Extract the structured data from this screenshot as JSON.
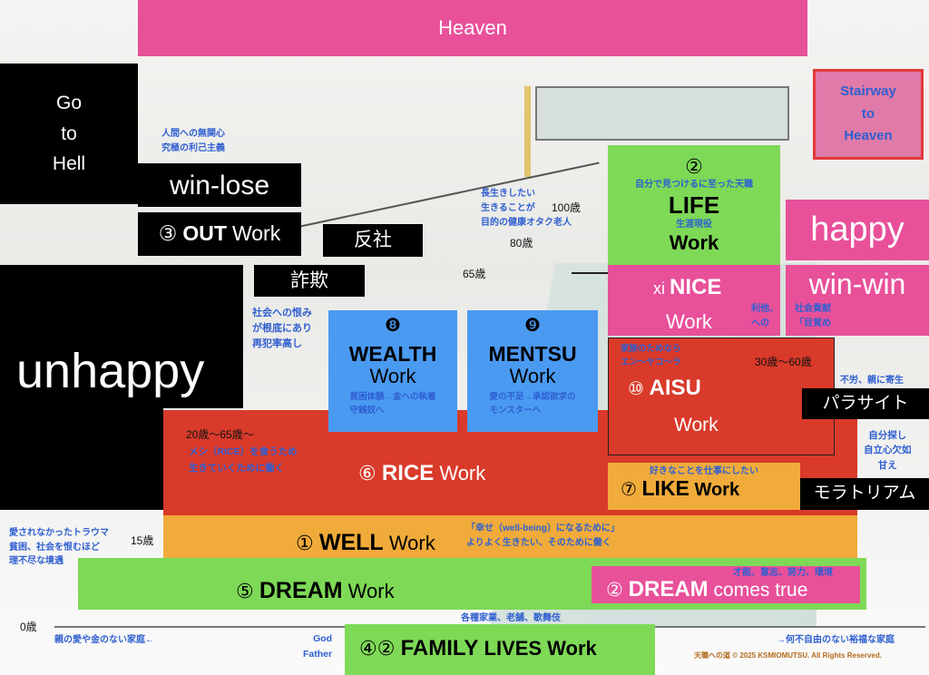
{
  "heaven": "Heaven",
  "go_to_hell": [
    "Go",
    "to",
    "Hell"
  ],
  "stairway": [
    "Stairway",
    "to",
    "Heaven"
  ],
  "win_lose": "win-lose",
  "out_work": {
    "num": "③",
    "name": "OUT",
    "work": "Work"
  },
  "out_note": [
    "人間への無関心",
    "究極の利己主義"
  ],
  "hansha": "反社",
  "sagi": "詐欺",
  "crime_note": [
    "社会への恨み",
    "が根底にあり",
    "再犯率高し"
  ],
  "unhappy": "unhappy",
  "longevity_note": [
    "長生きしたい",
    "生きることが",
    "目的の健康オタク老人"
  ],
  "ages": {
    "a100": "100歳",
    "a80": "80歳",
    "a65": "65歳",
    "a20_65": "20歳〜65歳〜",
    "a30_60": "30歳〜60歳",
    "a15": "15歳",
    "a0": "0歳"
  },
  "wealth": {
    "num": "❽",
    "name": "WEALTH",
    "work": "Work",
    "note": [
      "貧困体験→金への執着",
      "守銭奴へ"
    ]
  },
  "mentsu": {
    "num": "❾",
    "name": "MENTSU",
    "work": "Work",
    "note": [
      "愛の不足→承認欲求の",
      "モンスターへ"
    ]
  },
  "life": {
    "num": "②",
    "note1": "自分で見つけるに至った天職",
    "name": "LIFE",
    "note2": "生涯現役",
    "work": "Work"
  },
  "nice": {
    "num": "xi",
    "name": "NICE",
    "work": "Work",
    "note": [
      "利他、",
      "への"
    ]
  },
  "happy": "happy",
  "win_win": "win-win",
  "contribution_note": [
    "社会貢献",
    "「目覚め"
  ],
  "aisu": {
    "num": "⑩",
    "name": "AISU",
    "work": "Work",
    "note": [
      "家族のためなら",
      "エン〜ヤコ〜ラ"
    ]
  },
  "parasite_note": "不労、親に寄生",
  "parasite": "パラサイト",
  "self_search_note": [
    "自分探し",
    "自立心欠如",
    "甘え"
  ],
  "rice": {
    "num": "⑥",
    "name": "RICE",
    "work": "Work",
    "note": [
      "メシ（RICE）を食うため",
      "生きていくために働く"
    ]
  },
  "like": {
    "num": "⑦",
    "name": "LIKE",
    "work": "Work",
    "note": "好きなことを仕事にしたい"
  },
  "moratorium": "モラトリアム",
  "trauma_note": [
    "愛されなかったトラウマ",
    "貧困、社会を恨むほど",
    "理不尽な境遇"
  ],
  "well": {
    "num": "①",
    "name": "WELL",
    "work": "Work",
    "note": [
      "「幸せ（well-being）になるために」",
      "よりよく生きたい、そのために働く"
    ]
  },
  "dream": {
    "num": "⑤",
    "name": "DREAM",
    "work": "Work"
  },
  "dream_true": {
    "num": "②",
    "name": "DREAM",
    "rest": "comes true",
    "note": "才能、意志、努力、環境"
  },
  "poor_family_note": "親の愛や金のない家庭←",
  "god_father": [
    "God",
    "Father"
  ],
  "family": {
    "num": "④②",
    "name": "FAMILY",
    "rest": "LIVES Work",
    "note": "各種家業、老舗、歌舞伎"
  },
  "rich_family_note": "→何不自由のない裕福な家庭",
  "copyright": "天職への道 © 2025 KSMIOMUTSU. All Rights Reserved."
}
